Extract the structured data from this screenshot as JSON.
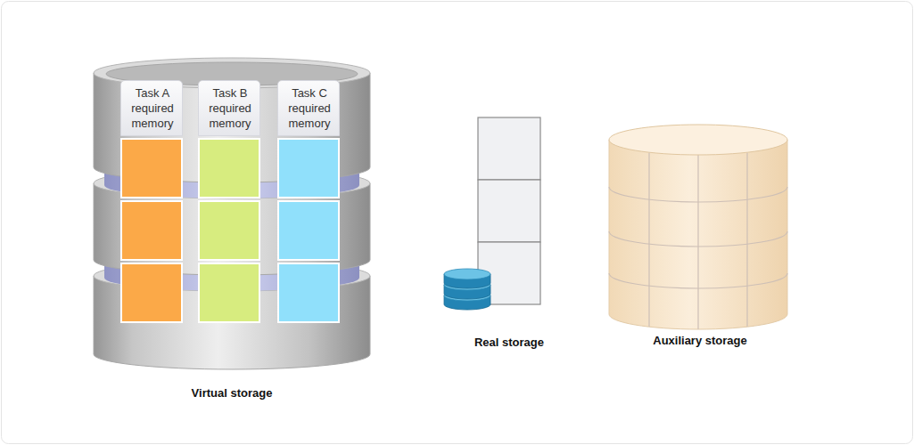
{
  "diagram": {
    "nodes": [
      {
        "text": [
          "Virtual storage"
        ]
      },
      {
        "text": [
          "Task A required memory"
        ],
        "in": 0
      },
      {
        "text": [
          "Task B required memory"
        ],
        "in": 0
      },
      {
        "text": [
          "Task C required memory"
        ],
        "in": 0
      },
      {
        "text": [
          "Real storage"
        ]
      },
      {
        "text": [
          "Auxiliary storage"
        ]
      }
    ]
  }
}
